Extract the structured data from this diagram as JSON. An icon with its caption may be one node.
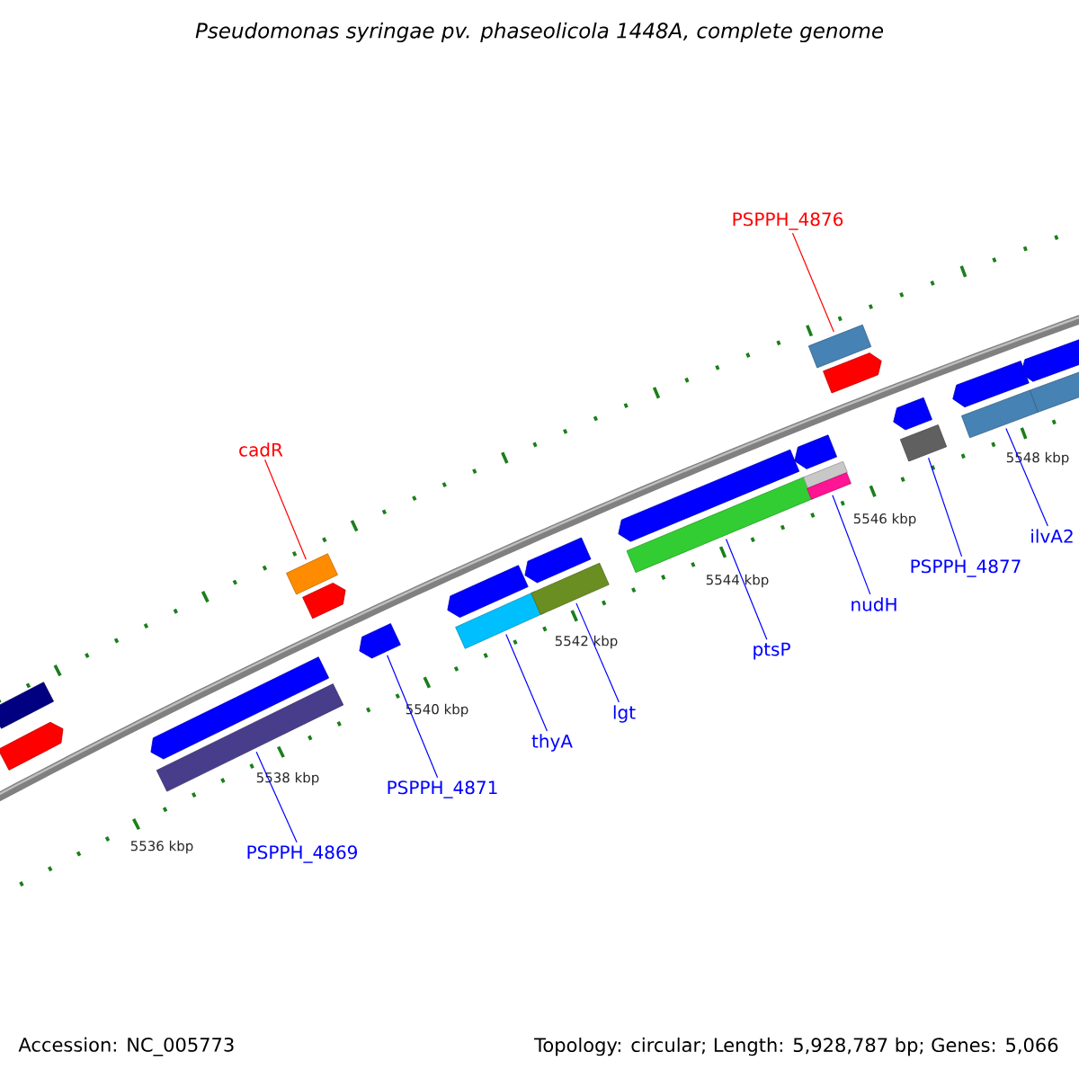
{
  "diagram": {
    "title": "Pseudomonas syringae pv. phaseolicola 1448A, complete genome",
    "nodes": [
      {
        "text": [
          "cadR"
        ]
      },
      {
        "text": [
          "PSPPH_4876"
        ]
      },
      {
        "text": [
          "PSPPH_4869"
        ]
      },
      {
        "text": [
          "PSPPH_4871"
        ]
      },
      {
        "text": [
          "thyA"
        ]
      },
      {
        "text": [
          "lgt"
        ]
      },
      {
        "text": [
          "ptsP"
        ]
      },
      {
        "text": [
          "nudH"
        ]
      },
      {
        "text": [
          "PSPPH_4877"
        ]
      },
      {
        "text": [
          "ilvA2"
        ]
      },
      {
        "text": [],
        "shape": "box"
      },
      {
        "text": [],
        "shape": "pentagon"
      },
      {
        "text": [],
        "shape": "pentagon"
      },
      {
        "text": [],
        "shape": "box"
      },
      {
        "text": [],
        "shape": "box"
      },
      {
        "text": [],
        "shape": "pentagon"
      },
      {
        "text": [],
        "shape": "pentagon"
      },
      {
        "text": [],
        "shape": "pentagon"
      },
      {
        "text": [],
        "shape": "box"
      },
      {
        "text": [],
        "shape": "pentagon"
      },
      {
        "text": [],
        "shape": "box"
      },
      {
        "text": [],
        "shape": "pentagon"
      },
      {
        "text": [],
        "shape": "box"
      },
      {
        "text": [],
        "shape": "pentagon"
      },
      {
        "text": [],
        "shape": "box"
      },
      {
        "text": [],
        "shape": "box"
      },
      {
        "text": [],
        "shape": "box"
      },
      {
        "text": [],
        "shape": "pentagon"
      },
      {
        "text": [],
        "shape": "pentagon"
      },
      {
        "text": [],
        "shape": "box"
      },
      {
        "text": [],
        "shape": "pentagon"
      },
      {
        "text": [],
        "shape": "box"
      },
      {
        "text": [],
        "shape": "pentagon"
      },
      {
        "text": [],
        "shape": "box"
      }
    ],
    "edges": [
      {
        "from": 0,
        "to": 14,
        "arrow": "none",
        "color": "#ff0000"
      },
      {
        "from": 1,
        "to": 26,
        "arrow": "none",
        "color": "#ff0000"
      },
      {
        "from": 2,
        "to": 13,
        "arrow": "none"
      },
      {
        "from": 3,
        "to": 16,
        "arrow": "none"
      },
      {
        "from": 4,
        "to": 18,
        "arrow": "none"
      },
      {
        "from": 5,
        "to": 20,
        "arrow": "none"
      },
      {
        "from": 6,
        "to": 22,
        "arrow": "none"
      },
      {
        "from": 7,
        "to": 25,
        "arrow": "none"
      },
      {
        "from": 8,
        "to": 29,
        "arrow": "none"
      },
      {
        "from": 9,
        "to": 31,
        "arrow": "none"
      }
    ],
    "labels": [
      "5536 kbp",
      "5538 kbp",
      "5540 kbp",
      "5542 kbp",
      "5544 kbp",
      "5546 kbp",
      "5548 kbp",
      "Accession: NC_005773",
      "Topology: circular; Length: 5,928,787 bp; Genes: 5,066"
    ]
  }
}
